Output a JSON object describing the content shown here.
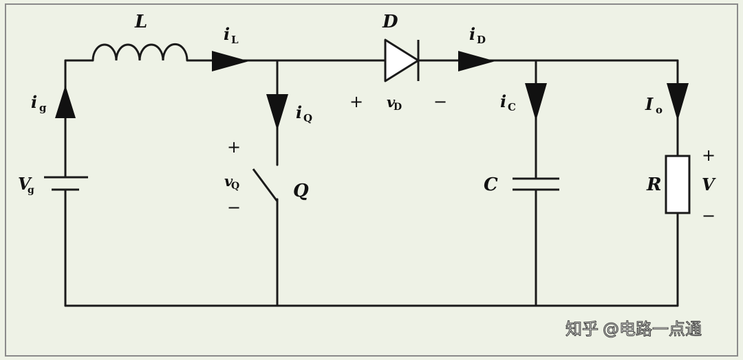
{
  "diagram": {
    "components": {
      "inductor": "L",
      "diode": "D",
      "capacitor": "C",
      "resistor": "R",
      "switch": "Q"
    },
    "sources": {
      "input_voltage": {
        "sym": "V",
        "sub": "g"
      }
    },
    "currents": {
      "i_g": {
        "sym": "i",
        "sub": "g"
      },
      "i_L": {
        "sym": "i",
        "sub": "L"
      },
      "i_Q": {
        "sym": "i",
        "sub": "Q"
      },
      "i_D": {
        "sym": "i",
        "sub": "D"
      },
      "i_C": {
        "sym": "i",
        "sub": "C"
      },
      "I_o": {
        "sym": "I",
        "sub": "o"
      }
    },
    "voltages": {
      "v_Q": {
        "sym": "v",
        "sub": "Q"
      },
      "v_D": {
        "sym": "v",
        "sub": "D"
      },
      "output": "V"
    },
    "signs": {
      "plus": "+",
      "minus": "−"
    }
  },
  "colors": {
    "background": "#eef2e6",
    "frame": "#8a8a8a",
    "wire": "#1a1a1a",
    "diode_fill": "#ffffff"
  },
  "watermark": {
    "brand": "知乎",
    "account": "@电路一点通"
  }
}
